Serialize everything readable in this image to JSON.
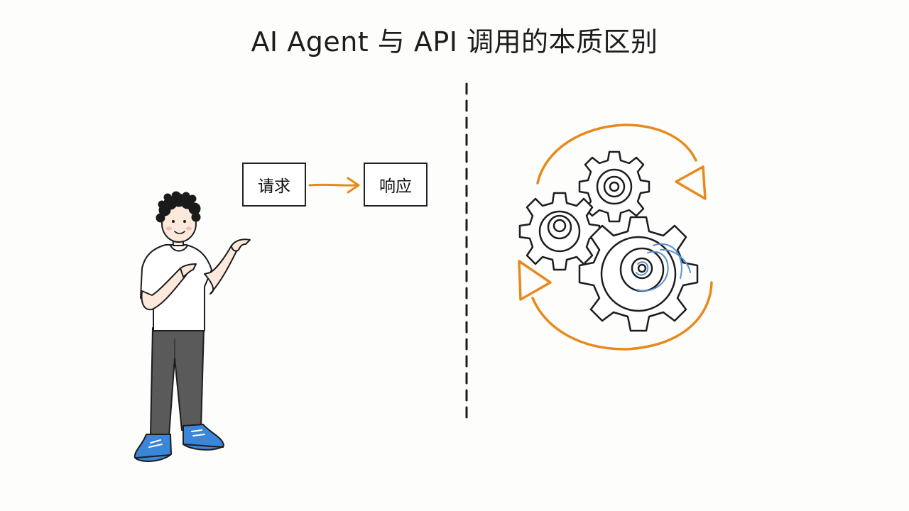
{
  "title": "AI Agent 与 API 调用的本质区别",
  "flow": {
    "request_label": "请求",
    "response_label": "响应"
  },
  "colors": {
    "ink": "#1d1d1d",
    "accent_orange": "#e8891c",
    "accent_blue": "#5b8fd0",
    "shirt": "#ffffff",
    "pants": "#5a5a5a",
    "shoes": "#3a86d8",
    "skin": "#fde9dc"
  },
  "icons": {
    "person": "person-pointing-illustration",
    "gears": "gear-cluster-icon",
    "cycle": "circular-arrows-icon",
    "divider": "dashed-divider"
  }
}
